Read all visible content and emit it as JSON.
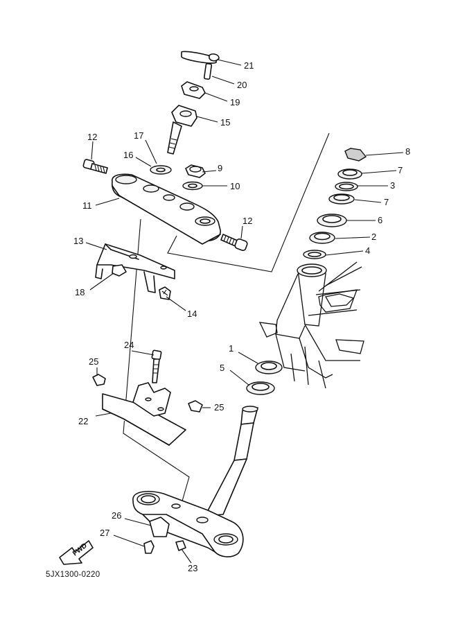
{
  "diagram": {
    "callouts": {
      "c1": "1",
      "c2": "2",
      "c3": "3",
      "c4": "4",
      "c5": "5",
      "c6": "6",
      "c7a": "7",
      "c7b": "7",
      "c8": "8",
      "c9": "9",
      "c10": "10",
      "c11": "11",
      "c12a": "12",
      "c12b": "12",
      "c13": "13",
      "c14": "14",
      "c15": "15",
      "c16": "16",
      "c17": "17",
      "c18": "18",
      "c19": "19",
      "c20": "20",
      "c21": "21",
      "c22": "22",
      "c23": "23",
      "c24": "24",
      "c25a": "25",
      "c25b": "25",
      "c26": "26",
      "c27": "27"
    },
    "fwd_label": "FWD",
    "part_code": "5JX1300-0220"
  }
}
